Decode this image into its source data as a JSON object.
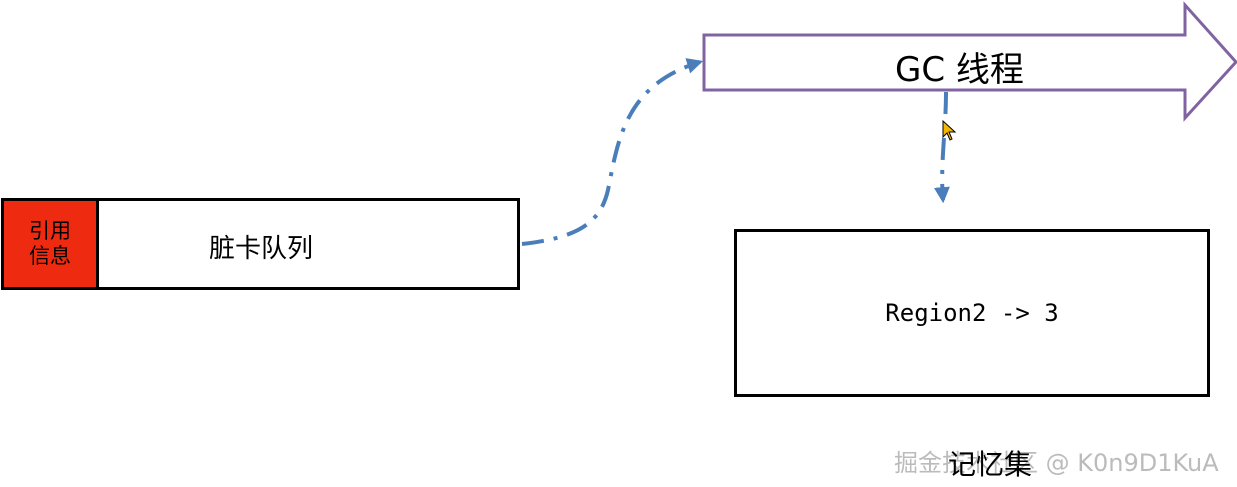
{
  "ref_info": {
    "label": "引用信息",
    "color": "#ee2a10"
  },
  "dirty_card_queue": {
    "label": "脏卡队列"
  },
  "gc_thread": {
    "label": "GC 线程",
    "outline_color": "#8064a2"
  },
  "memory_set": {
    "content": "Region2 -> 3",
    "caption": "记忆集"
  },
  "connector_color": "#4a7ebb",
  "watermark": "掘金技术社区 @ K0n9D1KuA"
}
